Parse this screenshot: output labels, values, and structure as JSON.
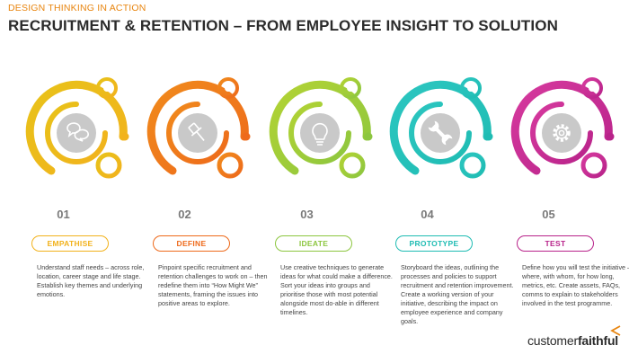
{
  "header": {
    "kicker": "DESIGN THINKING IN ACTION",
    "title": "RECRUITMENT & RETENTION – FROM EMPLOYEE INSIGHT TO SOLUTION"
  },
  "steps": [
    {
      "number": "01",
      "label": "EMPATHISE",
      "icon": "speech-bubbles-icon",
      "color": "#f2b21c",
      "color2": "#e8c21a",
      "text": "Understand staff needs – across role, location, career stage and life stage. Establish key themes and underlying emotions."
    },
    {
      "number": "02",
      "label": "DEFINE",
      "icon": "pushpin-icon",
      "color": "#ee6a1b",
      "color2": "#f08a1c",
      "text": "Pinpoint specific recruitment and retention challenges to work on – then redefine them into “How Might We” statements, framing the issues into positive areas to explore."
    },
    {
      "number": "03",
      "label": "IDEATE",
      "icon": "lightbulb-icon",
      "color": "#8cc63f",
      "color2": "#b3d334",
      "text": "Use creative techniques to generate ideas for what could make a difference. Sort your ideas into groups and prioritise those with most potential alongside most do-able in different timelines."
    },
    {
      "number": "04",
      "label": "PROTOTYPE",
      "icon": "wrench-icon",
      "color": "#1fbcb3",
      "color2": "#2cc6c0",
      "text": "Storyboard the ideas, outlining the processes and policies to support recruitment and retention improvement. Create a working version of your initiative,  describing the impact on employee experience and company goals."
    },
    {
      "number": "05",
      "label": "TEST",
      "icon": "gear-icon",
      "color": "#b8238a",
      "color2": "#d63a9e",
      "text": "Define how you will test the initiative – where, with whom, for how long, metrics, etc. Create assets, FAQs, comms to explain to stakeholders involved in the test programme."
    }
  ],
  "brand": {
    "part1": "customer",
    "part2": "faithful",
    "tick_color": "#e8850f"
  }
}
